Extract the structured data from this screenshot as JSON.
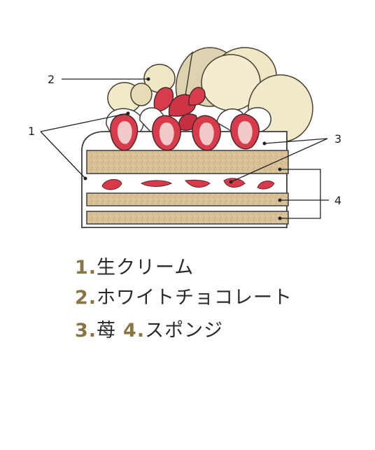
{
  "callouts": {
    "c1": "1",
    "c2": "2",
    "c3": "3",
    "c4": "4"
  },
  "legend": {
    "item1": {
      "num": "1.",
      "text": "生クリーム"
    },
    "item2": {
      "num": "2.",
      "text": "ホワイトチョコレート"
    },
    "item3": {
      "num": "3.",
      "text": "苺"
    },
    "item4": {
      "num": "4.",
      "text": "スポンジ"
    }
  },
  "colors": {
    "sponge": "#d9c29a",
    "cream": "#ffffff",
    "strawberry": "#d9394a",
    "white_chocolate": "#f0e8c7",
    "legend_number": "#8a7545"
  }
}
